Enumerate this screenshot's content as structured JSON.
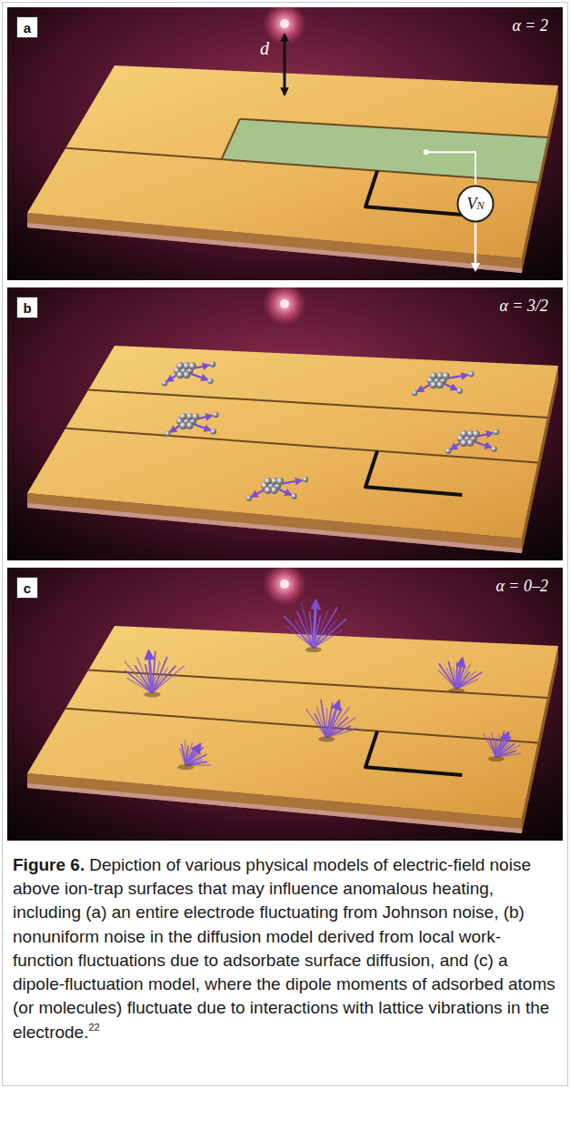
{
  "diagram": {
    "title": "Figure 6.",
    "caption": "Depiction of various physical models of electric-field noise above ion-trap surfaces that may influence anomalous heating, including (a) an entire electrode fluctuating from Johnson noise, (b) nonuniform noise in the diffusion model derived from local work-function fluctuations due to adsorbate surface diffusion, and (c) a dipole-fluctuation model, where the dipole moments of adsorbed atoms (or molecules) fluctuate due to interactions with lattice vibrations in the electrode.",
    "nodes": [
      {
        "text": [
          "α = 2"
        ]
      },
      {
        "text": [
          "a"
        ],
        "in": 0
      },
      {
        "text": [
          "V",
          "N"
        ],
        "in": 0
      },
      {
        "text": [
          "α = 3/2"
        ]
      },
      {
        "text": [
          "b"
        ],
        "in": 3
      },
      {
        "text": [
          "α = 0–2"
        ]
      },
      {
        "text": [
          "c"
        ],
        "in": 5
      }
    ],
    "labels": [
      "d",
      "22"
    ]
  }
}
